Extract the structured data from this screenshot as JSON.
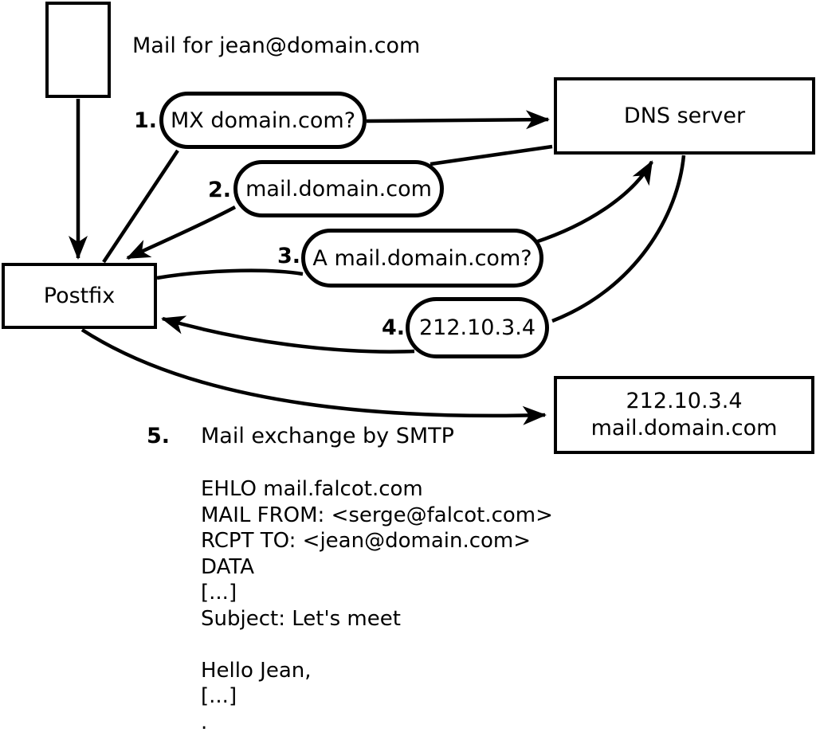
{
  "canvas": {
    "background": "#ffffff",
    "line_color": "#000000"
  },
  "note": {
    "text": "Mail for jean@domain.com"
  },
  "nodes": {
    "postfix": {
      "label": "Postfix"
    },
    "dns_server": {
      "label": "DNS server"
    },
    "mail_server": {
      "line1": "212.10.3.4",
      "line2": "mail.domain.com"
    }
  },
  "steps": [
    {
      "num": "1.",
      "label": "MX domain.com?"
    },
    {
      "num": "2.",
      "label": "mail.domain.com"
    },
    {
      "num": "3.",
      "label": "A mail.domain.com?"
    },
    {
      "num": "4.",
      "label": "212.10.3.4"
    },
    {
      "num": "5.",
      "label": "Mail exchange by SMTP"
    }
  ],
  "smtp_session": {
    "lines": [
      "EHLO mail.falcot.com",
      "MAIL FROM: <serge@falcot.com>",
      "RCPT TO: <jean@domain.com>",
      "DATA",
      "[...]",
      "Subject: Let's meet",
      "",
      "Hello Jean,",
      "[...]",
      "."
    ]
  }
}
